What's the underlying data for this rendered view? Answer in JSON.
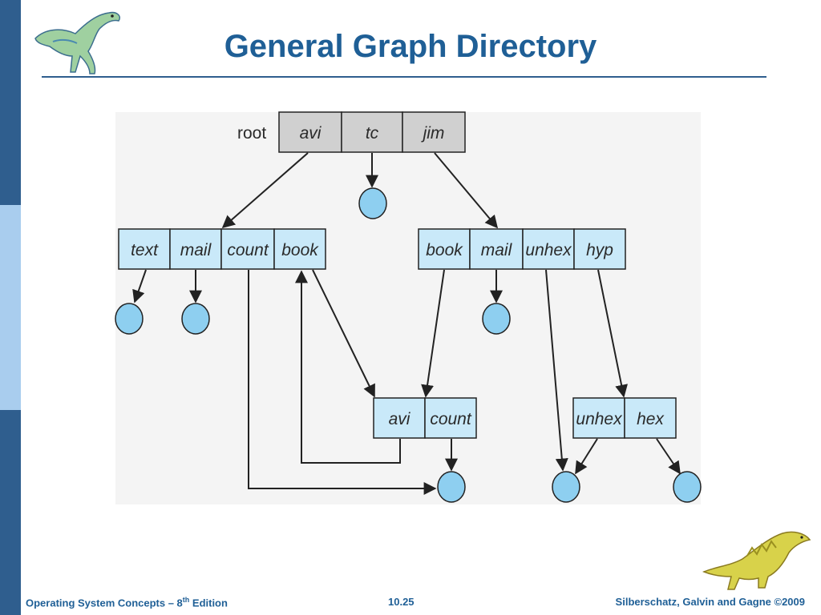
{
  "slide": {
    "title": "General Graph Directory",
    "footer_left_prefix": "Operating System Concepts – 8",
    "footer_left_sup": "th",
    "footer_left_suffix": " Edition",
    "footer_center": "10.25",
    "footer_right": "Silberschatz, Galvin and Gagne ©2009"
  },
  "diagram": {
    "root_label": "root",
    "root_dir": [
      "avi",
      "tc",
      "jim"
    ],
    "avi_dir": [
      "text",
      "mail",
      "count",
      "book"
    ],
    "jim_dir": [
      "book",
      "mail",
      "unhex",
      "hyp"
    ],
    "shared_dir": [
      "avi",
      "count"
    ],
    "hyp_dir": [
      "unhex",
      "hex"
    ],
    "colors": {
      "root_fill": "#d0d0d0",
      "dir_fill": "#c9e9f9",
      "file_fill": "#8ecff0",
      "stroke": "#222222",
      "accent": "#1f5f96"
    }
  }
}
